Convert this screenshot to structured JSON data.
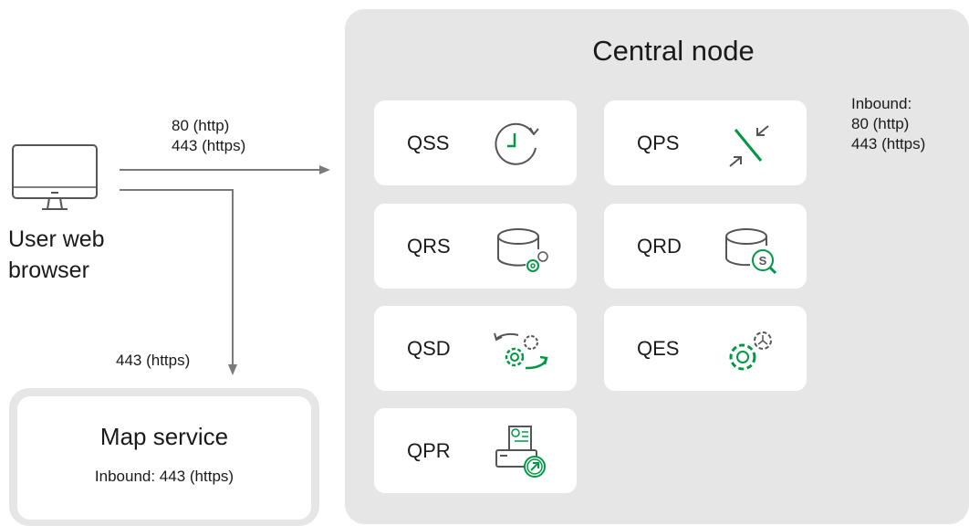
{
  "central": {
    "title": "Central node",
    "inbound": [
      "Inbound:",
      "80 (http)",
      "443 (https)"
    ],
    "services": [
      {
        "label": "QSS",
        "icon": "scheduler-clock-icon"
      },
      {
        "label": "QPS",
        "icon": "proxy-arrows-icon"
      },
      {
        "label": "QRS",
        "icon": "repository-database-gears-icon"
      },
      {
        "label": "QRD",
        "icon": "repository-database-search-icon"
      },
      {
        "label": "QSD",
        "icon": "service-dispatcher-gears-icon"
      },
      {
        "label": "QES",
        "icon": "engine-gears-icon"
      },
      {
        "label": "QPR",
        "icon": "printing-icon"
      }
    ]
  },
  "client": {
    "label_line1": "User web",
    "label_line2": "browser",
    "icon": "monitor-icon"
  },
  "connections": {
    "to_central": [
      "80 (http)",
      "443 (https)"
    ],
    "to_map": "443 (https)"
  },
  "map_service": {
    "title": "Map service",
    "inbound": "Inbound: 443 (https)"
  },
  "colors": {
    "accent": "#009845",
    "panel": "#e6e6e6",
    "line": "#7a7a7a",
    "icon": "#555555"
  }
}
